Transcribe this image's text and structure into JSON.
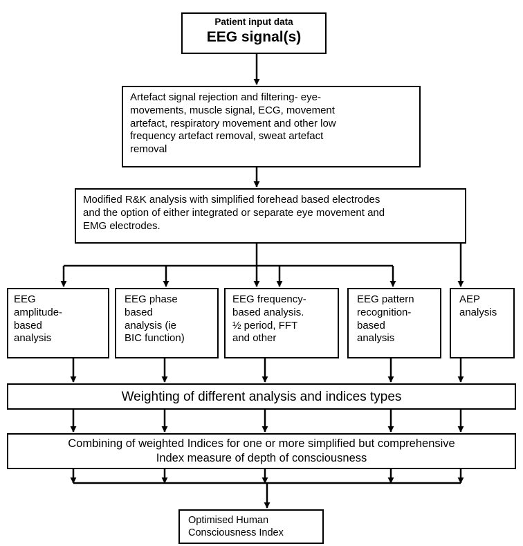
{
  "input": {
    "small": "Patient input data",
    "large": "EEG signal(s)"
  },
  "artefact": [
    "Artefact signal rejection and filtering- eye-",
    "movements, muscle signal, ECG, movement",
    "artefact, respiratory movement and other low",
    "frequency artefact removal, sweat artefact",
    "removal"
  ],
  "rk": [
    "Modified R&K analysis with simplified forehead based electrodes",
    "and the option of either integrated or separate eye movement and",
    "EMG electrodes."
  ],
  "analysis": [
    {
      "lines": [
        "EEG",
        "amplitude-",
        "based",
        "analysis"
      ]
    },
    {
      "lines": [
        "EEG phase",
        "based",
        "analysis (ie",
        "BIC function)"
      ]
    },
    {
      "lines": [
        "EEG frequency-",
        "based analysis.",
        "½ period, FFT",
        "and other"
      ]
    },
    {
      "lines": [
        "EEG pattern",
        "recognition-",
        "based",
        "analysis"
      ]
    },
    {
      "lines": [
        "AEP",
        "analysis"
      ]
    }
  ],
  "weighting": "Weighting of different analysis and indices types",
  "combining": [
    "Combining of weighted Indices for one or more simplified but  comprehensive",
    "Index measure of depth of consciousness"
  ],
  "output": [
    "Optimised Human",
    "Consciousness Index"
  ]
}
